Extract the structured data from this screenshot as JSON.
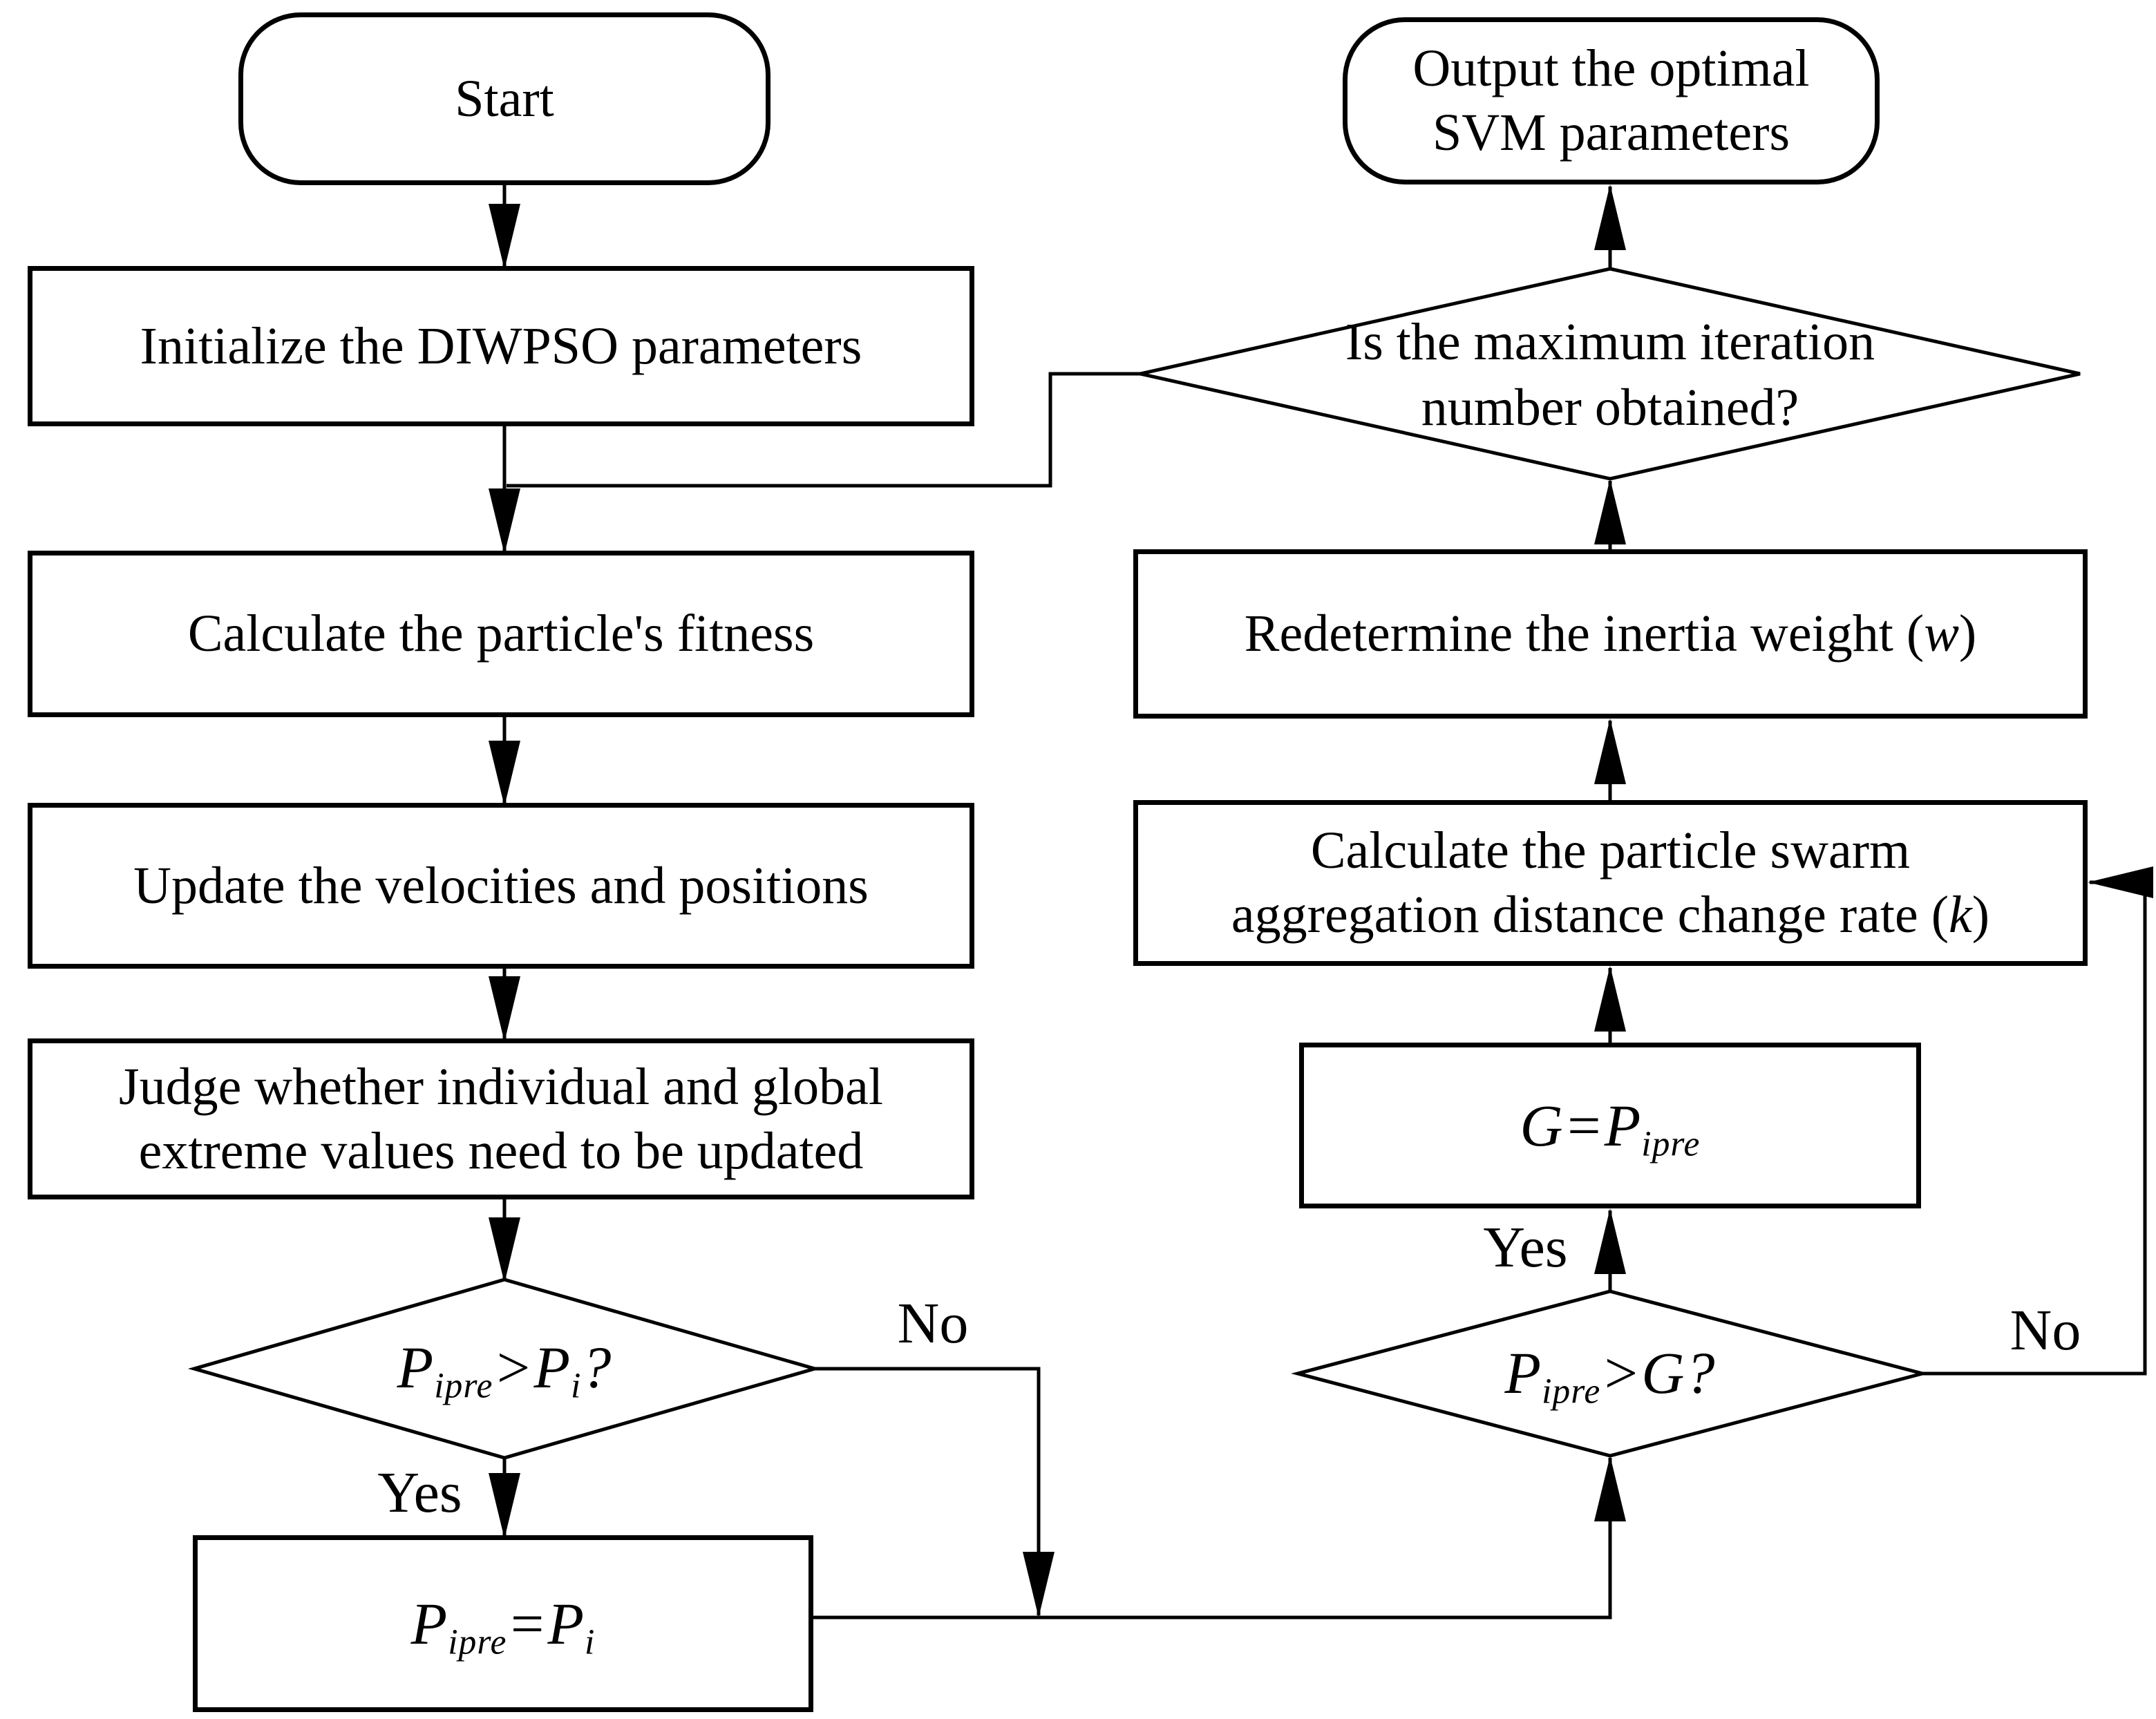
{
  "figure": {
    "background_color": "#ffffff",
    "ink_color": "#000000"
  },
  "nodes": {
    "start": {
      "label": "Start"
    },
    "init": {
      "label": "Initialize the DIWPSO parameters"
    },
    "calc": {
      "label": "Calculate the particle's fitness"
    },
    "update": {
      "label": "Update the velocities and positions"
    },
    "judge": {
      "line1": "Judge whether individual and global",
      "line2": "extreme values need to be updated"
    },
    "dia1": {
      "base1": "P",
      "sub1": "ipre",
      "op": ">",
      "base2": "P",
      "sub2": "i",
      "suffix": "?"
    },
    "assign": {
      "base1": "P",
      "sub1": "ipre",
      "op": "=",
      "base2": "P",
      "sub2": "i",
      "suffix": ""
    },
    "output": {
      "line1": "Output the optimal",
      "line2": "SVM parameters"
    },
    "dia2": {
      "line1": "Is the maximum iteration",
      "line2": "number obtained?"
    },
    "redet": {
      "pre": "Redetermine the inertia weight (",
      "var": "w",
      "post": ")"
    },
    "calck": {
      "line1": "Calculate the particle swarm",
      "line2_pre": "aggregation distance change rate (",
      "line2_var": "k",
      "line2_post": ")"
    },
    "gbox": {
      "base1": "G",
      "sub1": "",
      "op": "=",
      "base2": "P",
      "sub2": "ipre",
      "suffix": ""
    },
    "dia3": {
      "base1": "P",
      "sub1": "ipre",
      "op": ">",
      "base2": "G",
      "sub2": "",
      "suffix": "?"
    }
  },
  "branch_labels": {
    "dia1_yes": "Yes",
    "dia1_no": "No",
    "dia3_yes": "Yes",
    "dia3_no": "No"
  }
}
